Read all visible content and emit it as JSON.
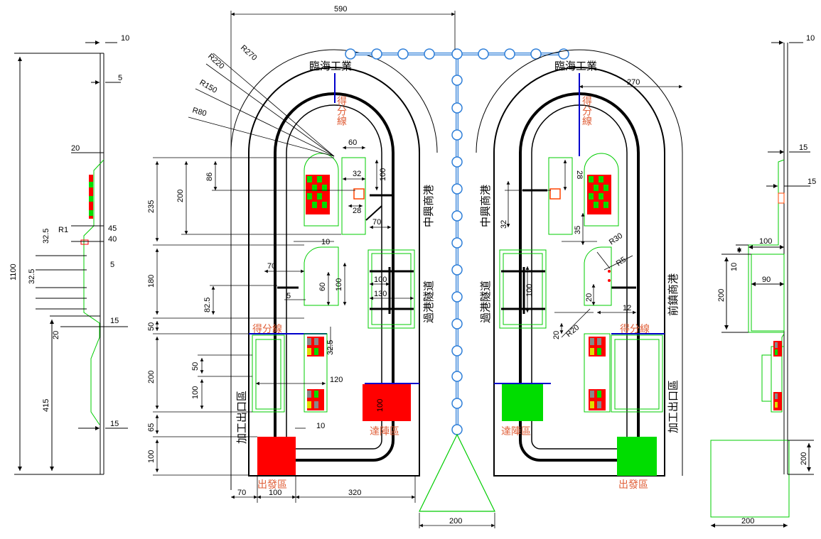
{
  "colors": {
    "track": "#000000",
    "drawing": "#000000",
    "green_outline": "#00cc00",
    "blue_line": "#0000cc",
    "node": "#2f7fd8",
    "red_zone": "#ff0000",
    "green_zone": "#00dd00",
    "label_red": "#e0603a"
  },
  "labels": {
    "linhai_left": "臨海工業",
    "linhai_right": "臨海工業",
    "score_line_vertical_left": "得分線",
    "score_line_vertical_right": "得分線",
    "score_line_left": "得分線",
    "score_line_right": "得分線",
    "zhongxing_left": "中興商港",
    "zhongxing_right": "中興商港",
    "tunnel_left": "過港隧道",
    "tunnel_right": "過港隧道",
    "processing_left": "加工出口區",
    "processing_right": "加工出口區",
    "qianzhen": "前鎮商港",
    "goal_left": "達陣區",
    "goal_right": "達陣區",
    "start_left": "出發區",
    "start_right": "出發區"
  },
  "dimensions": {
    "total_width": "590",
    "r270": "R270",
    "r220": "R220",
    "r150": "R150",
    "r80": "R80",
    "d60": "60",
    "d32": "32",
    "d28": "28",
    "d100_top": "100",
    "d70_top": "70",
    "d235": "235",
    "d200_left": "200",
    "d86": "86",
    "d180": "180",
    "d70": "70",
    "d60_mid": "60",
    "d100_mid": "100",
    "d82_5": "82.5",
    "d5": "5",
    "d10": "10",
    "d100_tunnel": "100",
    "d130": "130",
    "d50": "50",
    "d32_5_mid": "32.5",
    "d200_mid": "200",
    "d50_b": "50",
    "d100_b": "100",
    "d120": "120",
    "d100_goal": "100",
    "d65": "65",
    "d10_b": "10",
    "d100_bottom": "100",
    "d70_bottom": "70",
    "d100_start": "100",
    "d320": "320",
    "d200_base": "200",
    "d270": "270",
    "d28_r": "28",
    "d32_r": "32",
    "d35": "35",
    "d100_tunnel_r": "100",
    "r30": "R30",
    "r5": "R5",
    "d20_r": "20",
    "d12": "12",
    "r20": "R20",
    "d20_r2": "20",
    "lside_10": "10",
    "lside_5": "5",
    "lside_20": "20",
    "lside_45": "45",
    "lside_40": "40",
    "lside_32_5a": "32.5",
    "lside_r1": "R1",
    "lside_32_5b": "32.5",
    "lside_5b": "5",
    "lside_15": "15",
    "lside_20b": "20",
    "lside_1100": "1100",
    "lside_415": "415",
    "lside_15b": "15",
    "rside_10": "10",
    "rside_15a": "15",
    "rside_15b": "15",
    "rside_100": "100",
    "rside_10b": "10",
    "rside_90": "90",
    "rside_200": "200",
    "rside_200b": "200",
    "rside_200c": "200"
  }
}
